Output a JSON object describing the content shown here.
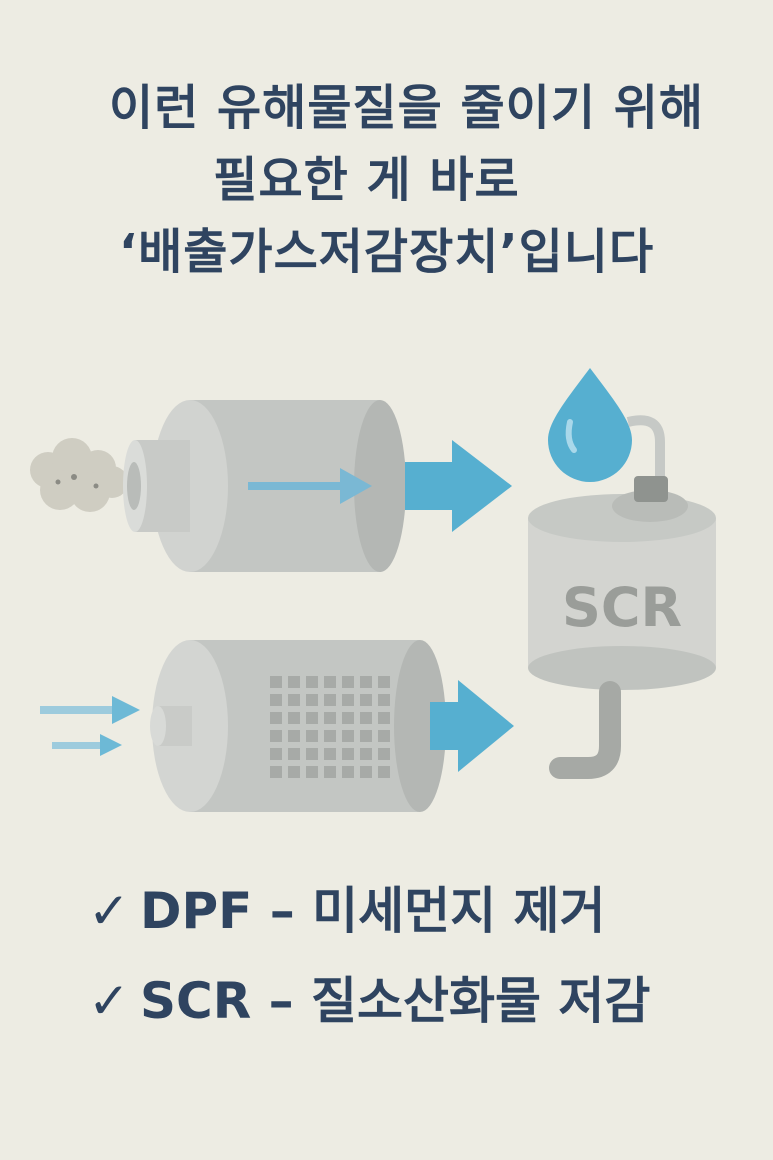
{
  "headline": {
    "line1": "이런 유해물질을 줄이기 위해",
    "line2": "필요한 게 바로",
    "line3": "‘배출가스저감장치’입니다"
  },
  "diagram": {
    "scr_label": "SCR"
  },
  "checklist": [
    {
      "mark": "✓",
      "text": "DPF – 미세먼지 제거"
    },
    {
      "mark": "✓",
      "text": "SCR – 질소산화물 저감"
    }
  ],
  "colors": {
    "background": "#edece3",
    "text": "#2f4460",
    "arrow": "#56afd0",
    "device": "#bdc0bd"
  }
}
